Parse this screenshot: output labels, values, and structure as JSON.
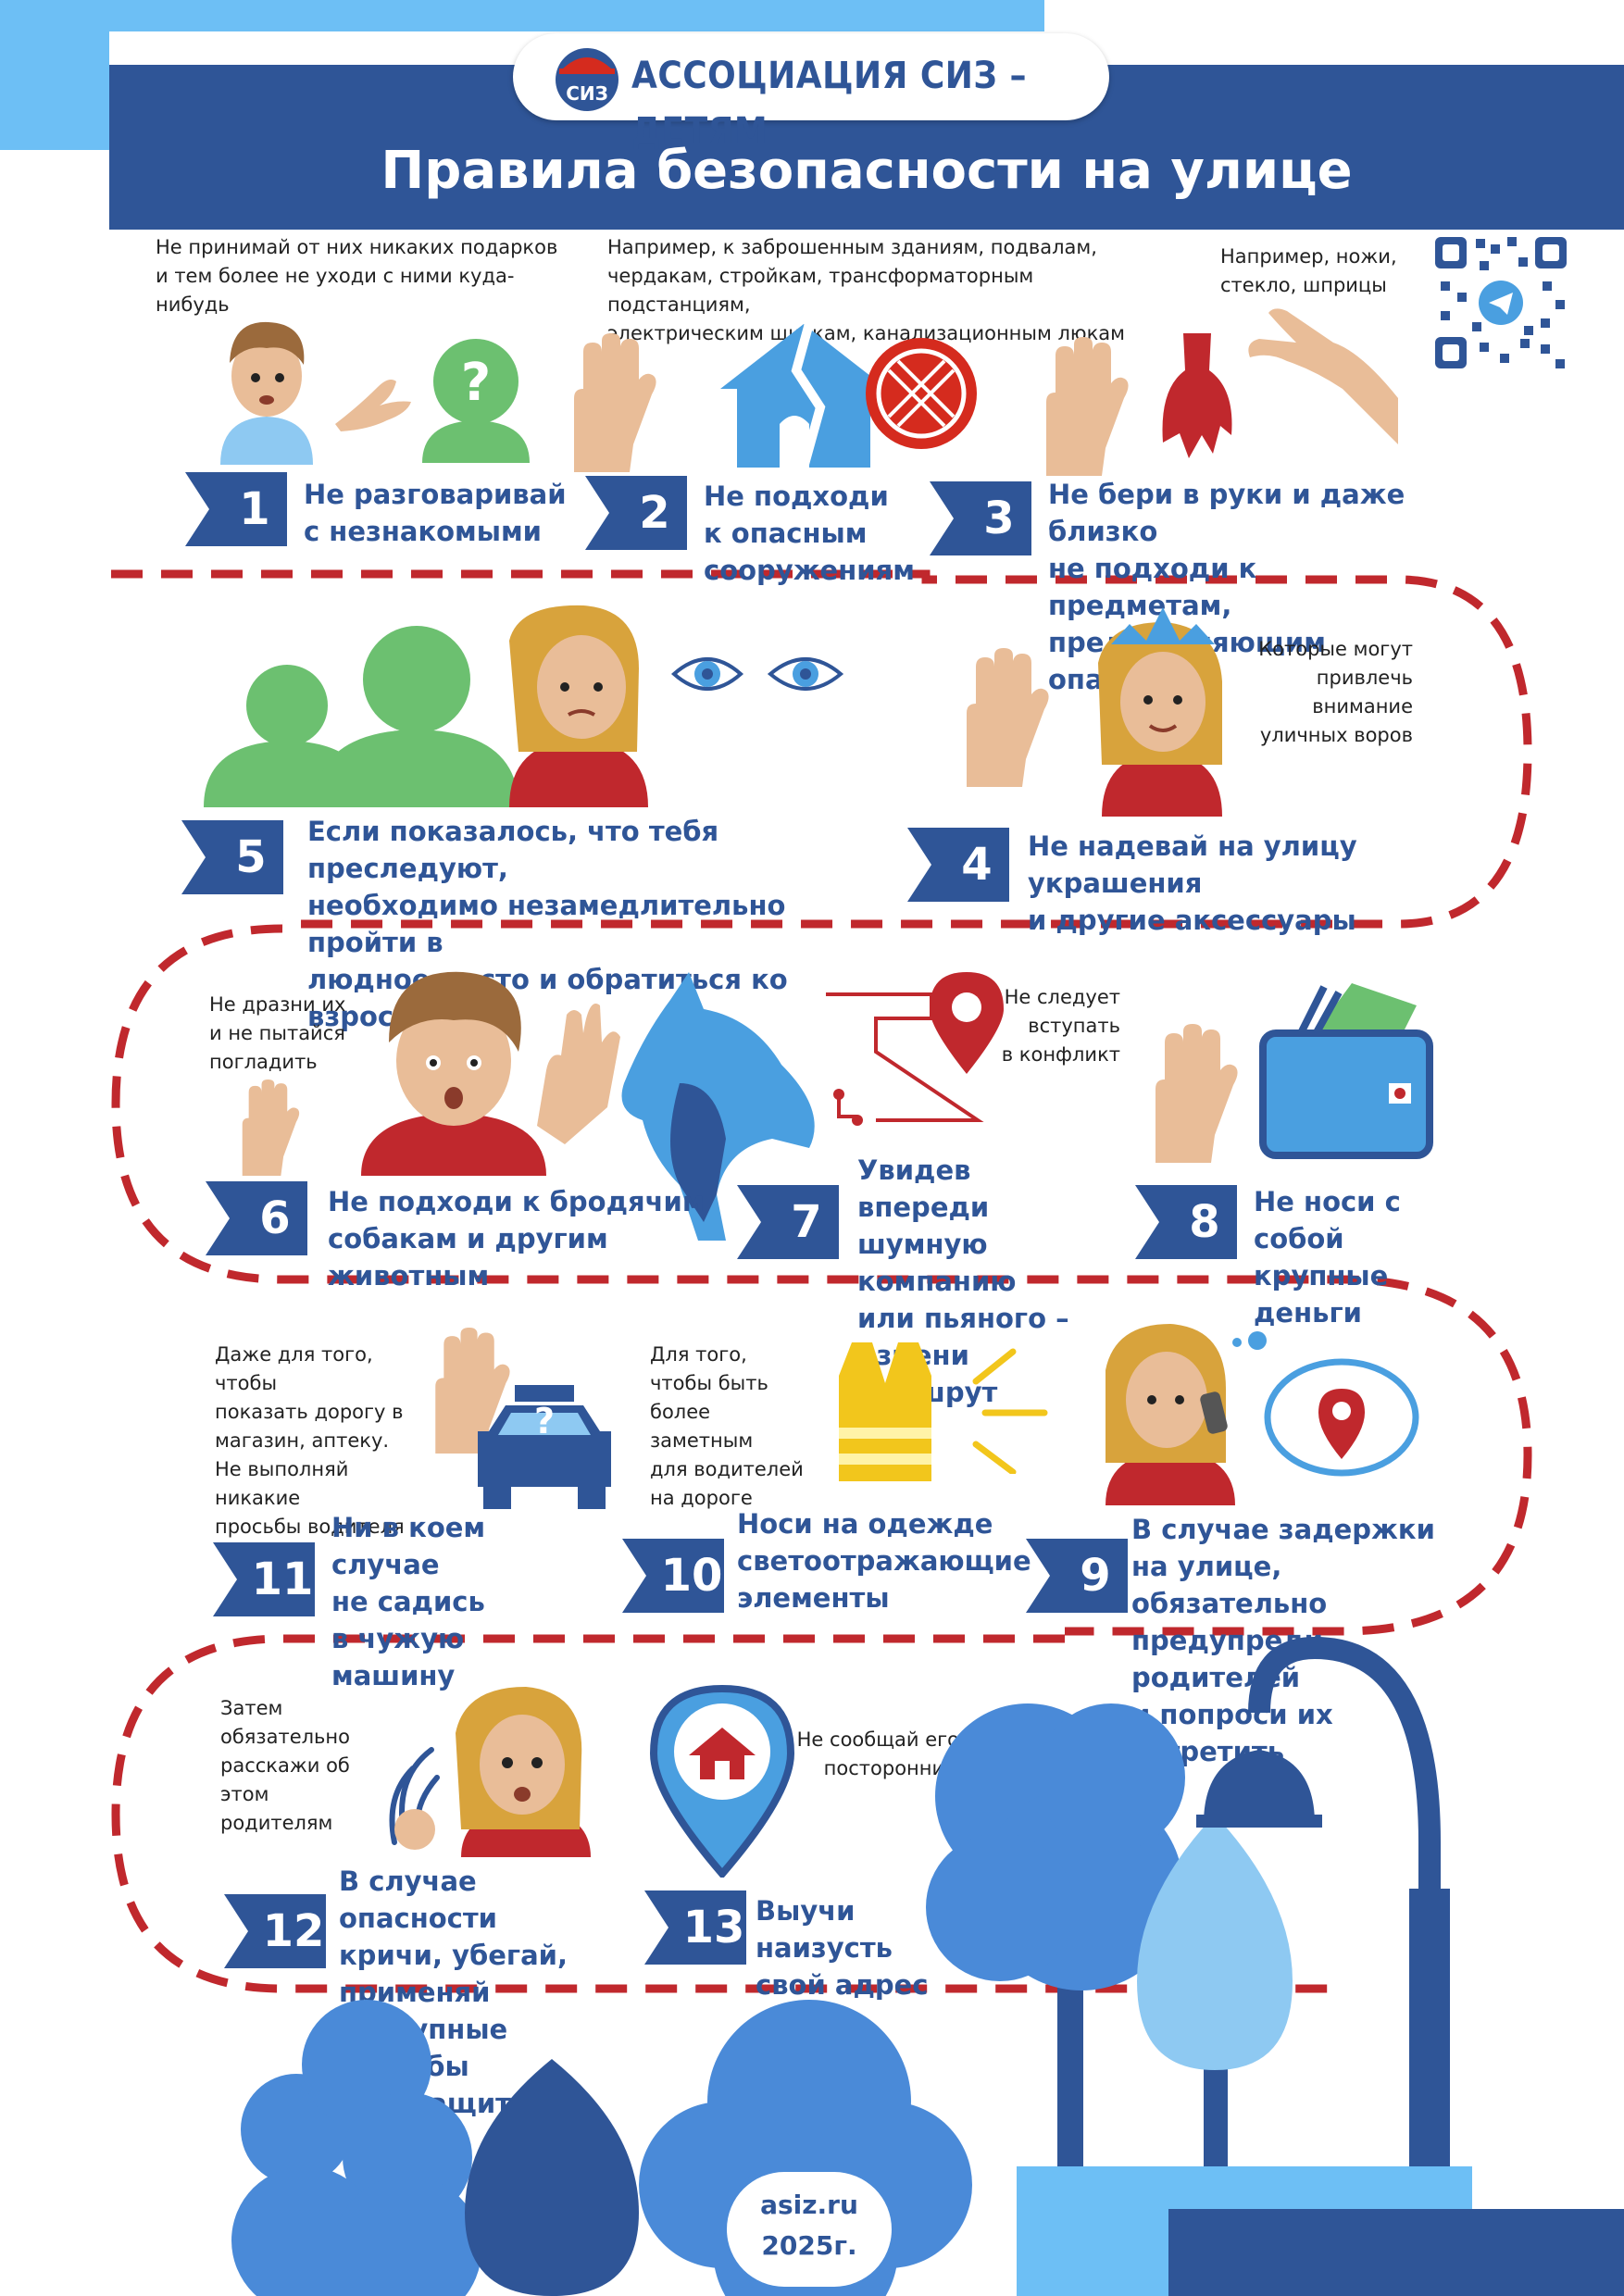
{
  "header": {
    "association": "АССОЦИАЦИЯ СИЗ – ДЕТЯМ",
    "logo_mark": "СИЗ",
    "title": "Правила безопасности на улице"
  },
  "rules": [
    {
      "num": "1",
      "text": "Не разговаривай\nс незнакомыми",
      "note": "Не принимай от них никаких подарков\nи тем более не уходи с ними куда-нибудь"
    },
    {
      "num": "2",
      "text": "Не подходи\nк опасным\nсооружениям",
      "note": "Например, к заброшенным зданиям, подвалам,\nчердакам, стройкам, трансформаторным подстанциям,\nэлектрическим щиткам, канализационным люкам"
    },
    {
      "num": "3",
      "text": "Не бери в руки и даже близко\nне подходи к предметам,\nпредставляющим опасность",
      "note": "Например, ножи,\nстекло, шприцы"
    },
    {
      "num": "4",
      "text": "Не надевай на улицу украшения\nи другие аксессуары",
      "note": "Которые могут\nпривлечь\nвнимание\nуличных воров"
    },
    {
      "num": "5",
      "text": "Если показалось, что тебя преследуют,\nнеобходимо незамедлительно пройти в\nлюдное место и обратиться ко взрослому",
      "note": ""
    },
    {
      "num": "6",
      "text": "Не подходи к бродячим\nсобакам и другим животным",
      "note": "Не дразни их\nи не пытайся\nпогладить"
    },
    {
      "num": "7",
      "text": "Увидев впереди\nшумную компанию\nили пьяного –\nизмени маршрут",
      "note": "Не следует\nвступать\nв конфликт"
    },
    {
      "num": "8",
      "text": "Не носи с собой\nкрупные деньги",
      "note": ""
    },
    {
      "num": "9",
      "text": "В случае задержки\nна улице, обязательно\nпредупреди родителей\nи попроси их встретить",
      "note": ""
    },
    {
      "num": "10",
      "text": "Носи на одежде\nсветоотражающие\nэлементы",
      "note": "Для того,\nчтобы быть\nболее заметным\nдля водителей\nна дороге"
    },
    {
      "num": "11",
      "text": "Ни в коем случае\nне садись\nв чужую машину",
      "note": "Даже для того, чтобы\nпоказать дорогу в\nмагазин, аптеку.\nНе выполняй никакие\nпросьбы водителя"
    },
    {
      "num": "12",
      "text": "В случае опасности\nкричи, убегай,\nприменяй доступные\nспособы самозащиты",
      "note": "Затем обязательно\nрасскажи об этом\nродителям"
    },
    {
      "num": "13",
      "text": "Выучи наизусть\nсвой адрес",
      "note": "Не сообщай его\nпосторонним"
    }
  ],
  "footer": {
    "site": "asiz.ru\n2025г."
  },
  "colors": {
    "brand": "#2f5597",
    "light_blue": "#6dbff5",
    "mid_blue": "#4a8ad8",
    "dash_red": "#c0282d",
    "green": "#6cc070",
    "skin": "#e9bd98",
    "hair": "#d8a33c"
  },
  "icons": [
    "qr-code-icon",
    "hand-stop-icon",
    "house-icon",
    "manhole-icon",
    "broken-bottle-icon",
    "silhouette-icon",
    "eyes-icon",
    "dog-icon",
    "map-pin-icon",
    "wallet-icon",
    "taxi-icon",
    "reflective-vest-icon",
    "phone-icon",
    "tree-icon",
    "street-lamp-icon"
  ]
}
